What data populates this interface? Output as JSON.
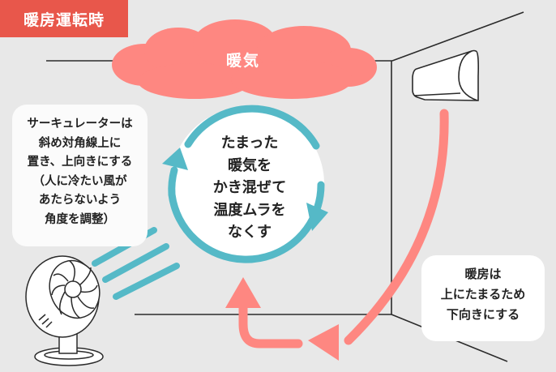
{
  "title": "暖房運転時",
  "cloud": {
    "label": "暖気"
  },
  "circle": {
    "lines": [
      "たまった",
      "暖気を",
      "かき混ぜて",
      "温度ムラを",
      "なくす"
    ]
  },
  "left_note": {
    "lines": [
      "サーキュレーターは",
      "斜め対角線上に",
      "置き、上向きにする",
      "（人に冷たい風が",
      "あたらないよう",
      "角度を調整）"
    ]
  },
  "right_note": {
    "lines": [
      "暖房は",
      "上にたまるため",
      "下向きにする"
    ]
  },
  "colors": {
    "badge": "#e8574b",
    "warm_air": "#fe8781",
    "circulation": "#55b9c7",
    "background": "#e8e8e8",
    "outline": "#222222"
  }
}
